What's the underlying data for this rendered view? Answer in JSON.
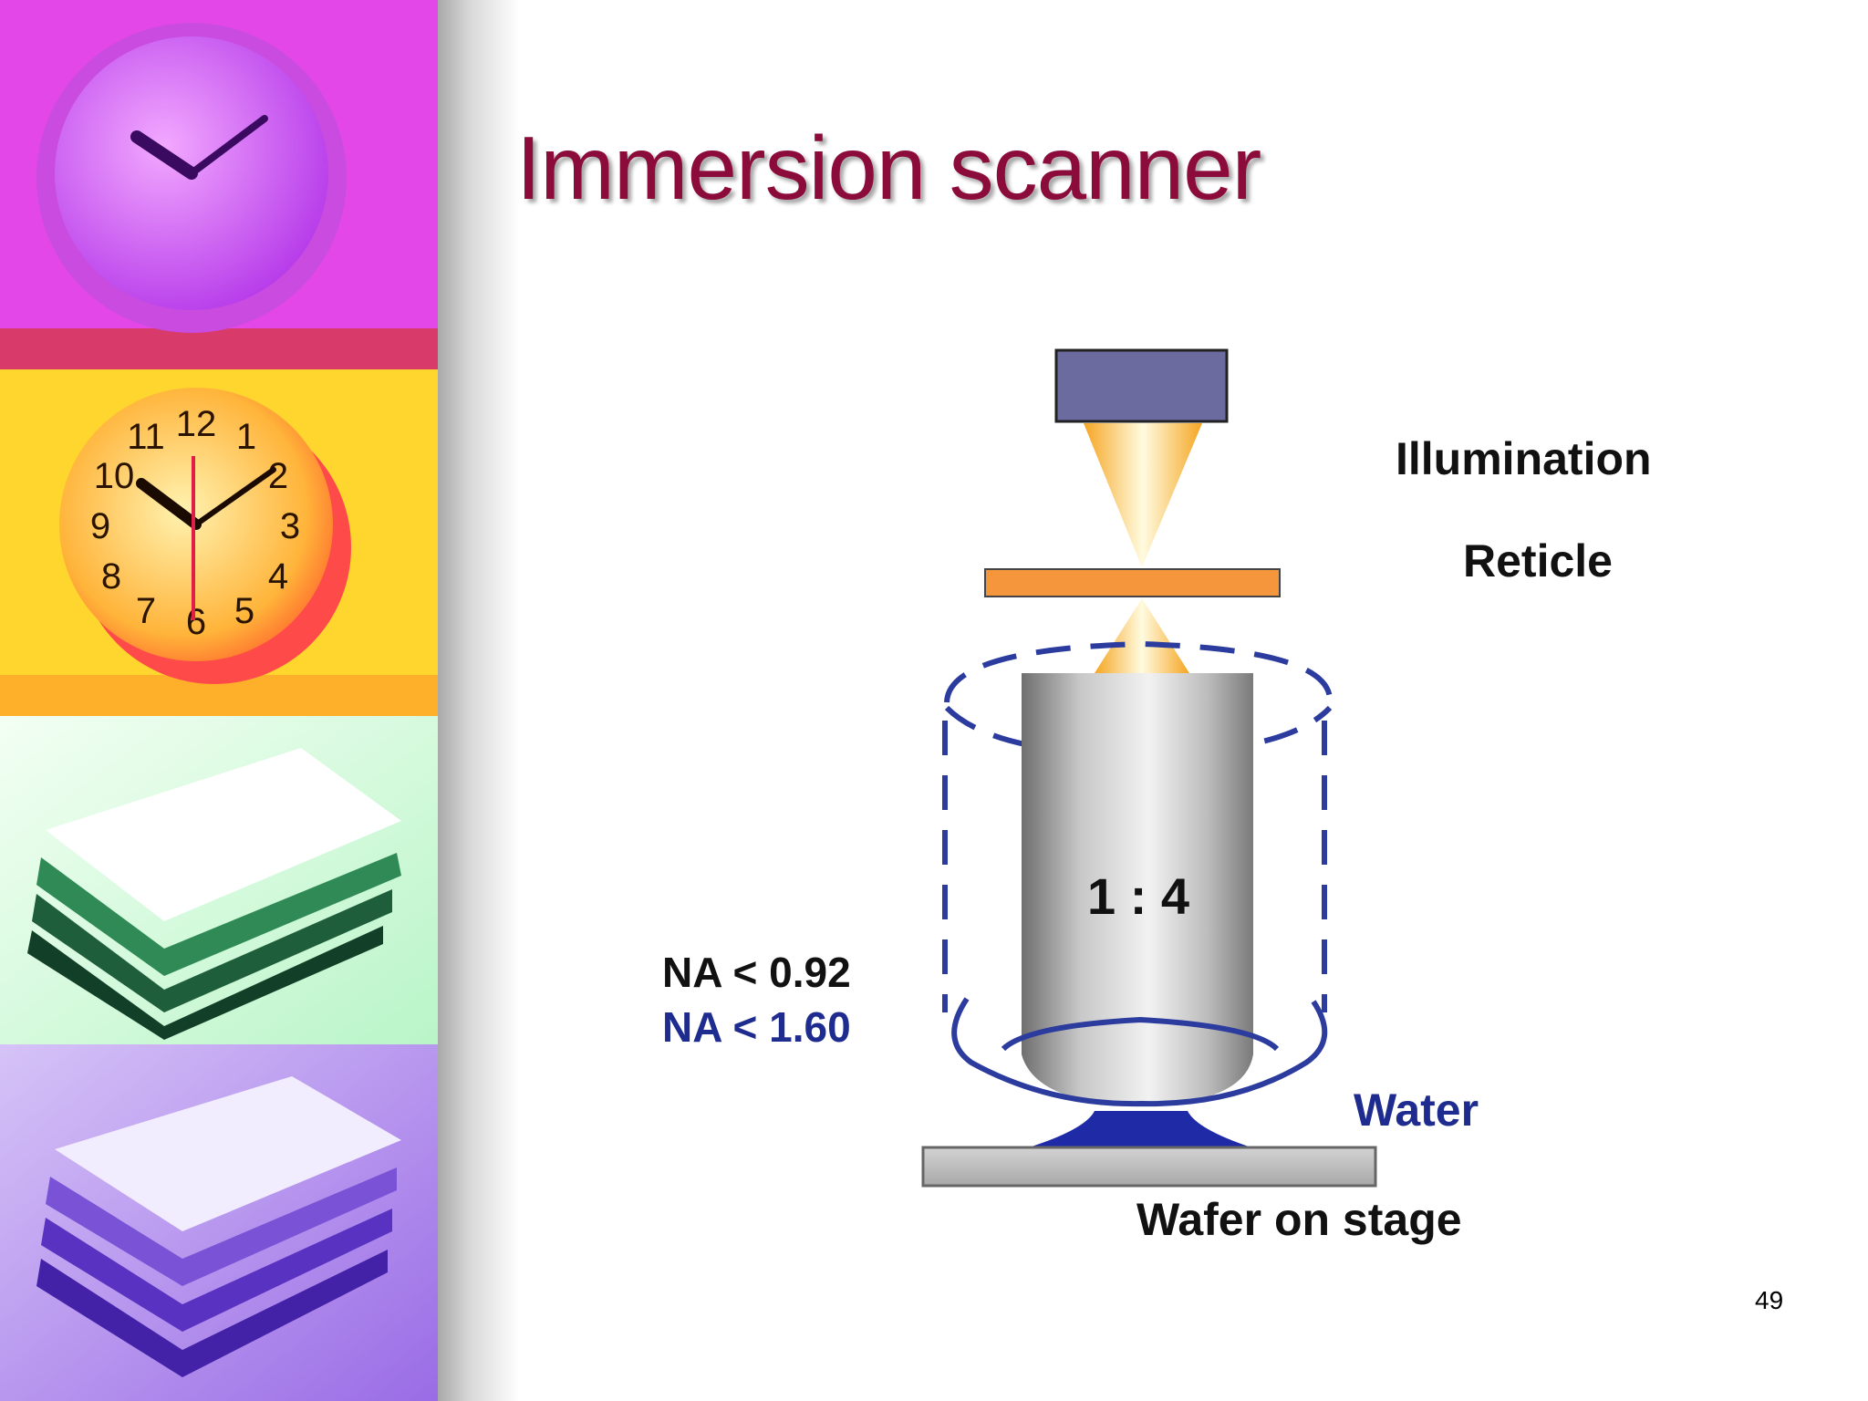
{
  "slide": {
    "title": "Immersion scanner",
    "page_number": "49"
  },
  "diagram": {
    "labels": {
      "illumination": "Illumination",
      "reticle": "Reticle",
      "reduction": "1 : 4",
      "na_dry": "NA < 0.92",
      "na_immersion": "NA < 1.60",
      "water": "Water",
      "wafer": "Wafer on stage"
    }
  },
  "colors": {
    "title": "#8b0b3a",
    "illumination_source": "#6b6ba0",
    "reticle": "#f5953c",
    "immersion_boundary": "#2b3b9e",
    "water": "#1e2aa6",
    "stage": "#bdbdbd"
  },
  "sidebar_images": [
    "purple-clock",
    "orange-clock",
    "green-papers",
    "violet-papers"
  ]
}
